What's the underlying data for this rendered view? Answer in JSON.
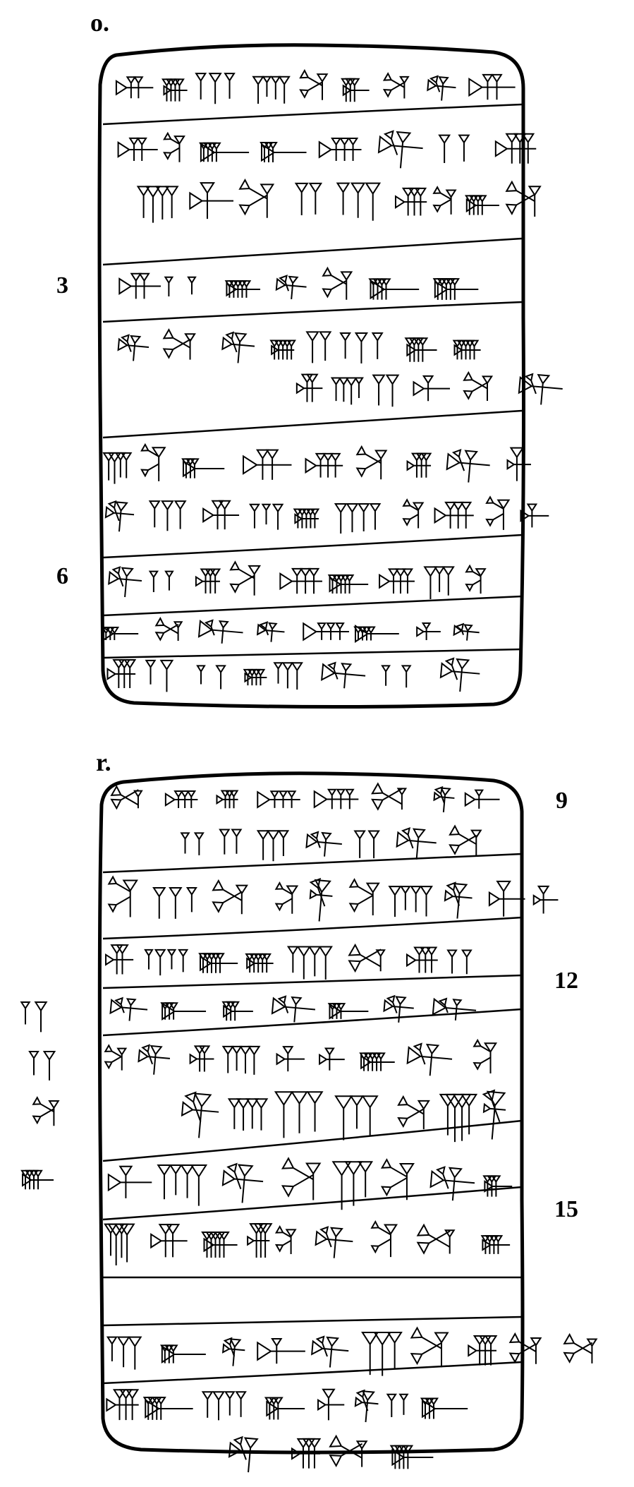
{
  "obverse": {
    "face_label": "o.",
    "line_numbers": [
      "3",
      "6"
    ]
  },
  "reverse": {
    "face_label": "r.",
    "line_numbers": [
      "9",
      "12",
      "15"
    ]
  },
  "colors": {
    "ink": "#000000",
    "paper": "#ffffff"
  }
}
